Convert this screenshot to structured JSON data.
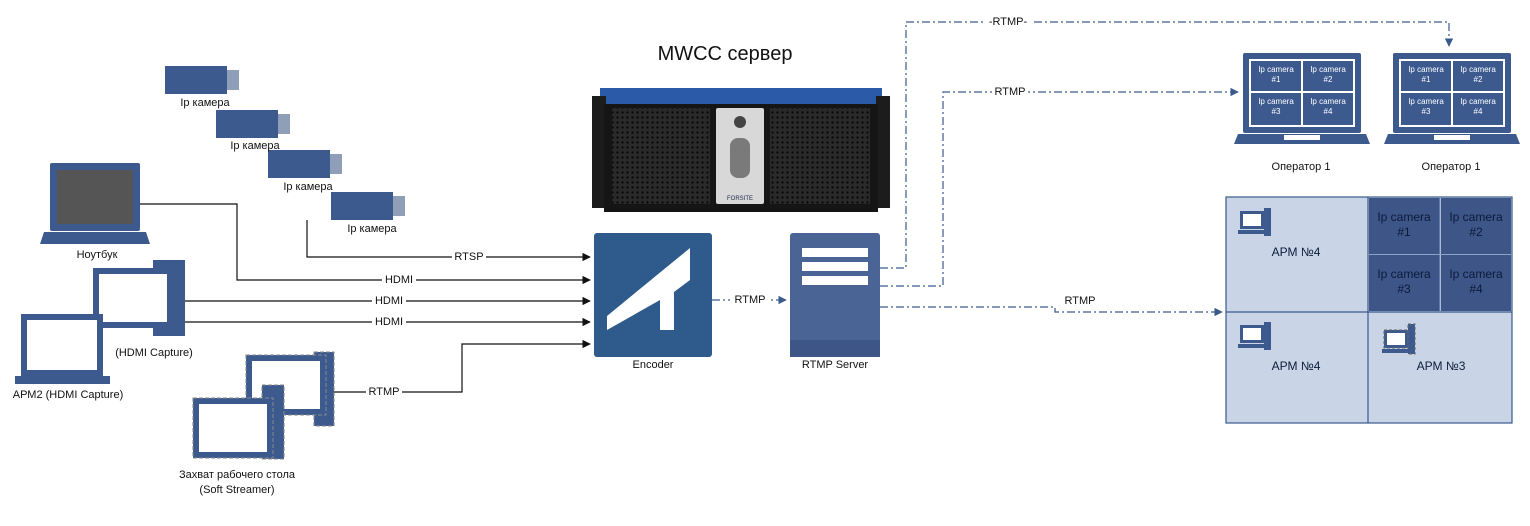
{
  "title": "MWCC сервер",
  "sources": {
    "ip_camera_1": "Ip камера",
    "ip_camera_2": "Ip камера",
    "ip_camera_3": "Ip камера",
    "ip_camera_4": "Ip камера",
    "laptop": "Ноутбук",
    "hdmi_capture_1": "(HDMI Capture)",
    "hdmi_capture_2": "АРМ2 (HDMI Capture)",
    "desktop_capture_line1": "Захват рабочего стола",
    "desktop_capture_line2": "(Soft Streamer)"
  },
  "links": {
    "rtsp": "RTSP",
    "hdmi_1": "HDMI",
    "hdmi_2": "HDMI",
    "hdmi_3": "HDMI",
    "rtmp_in": "RTMP",
    "rtmp_enc": "RTMP",
    "rtmp_top": "-RTMP-",
    "rtmp_mid": "RTMP",
    "rtmp_wall": "RTMP"
  },
  "nodes": {
    "encoder": "Encoder",
    "rtmp_server": "RTMP Server",
    "server_brand": "FORSITE"
  },
  "operators": {
    "op1_label": "Оператор 1",
    "op2_label": "Оператор 1",
    "screen_cells": [
      {
        "l1": "Ip camera",
        "l2": "#1"
      },
      {
        "l1": "Ip camera",
        "l2": "#2"
      },
      {
        "l1": "Ip camera",
        "l2": "#3"
      },
      {
        "l1": "Ip camera",
        "l2": "#4"
      }
    ]
  },
  "wall": {
    "arm_top_left": "АРМ №4",
    "arm_bottom_left": "АРМ №4",
    "arm_bottom_right": "АРМ №3",
    "cells": [
      {
        "l1": "Ip camera",
        "l2": "#1"
      },
      {
        "l1": "Ip camera",
        "l2": "#2"
      },
      {
        "l1": "Ip camera",
        "l2": "#3"
      },
      {
        "l1": "Ip camera",
        "l2": "#4"
      }
    ]
  },
  "colors": {
    "accent": "#3a5a8c",
    "wall_bg": "#c9d5e6",
    "wall_cell": "#3d5587",
    "monitor_screen": "#3d5a8f"
  }
}
